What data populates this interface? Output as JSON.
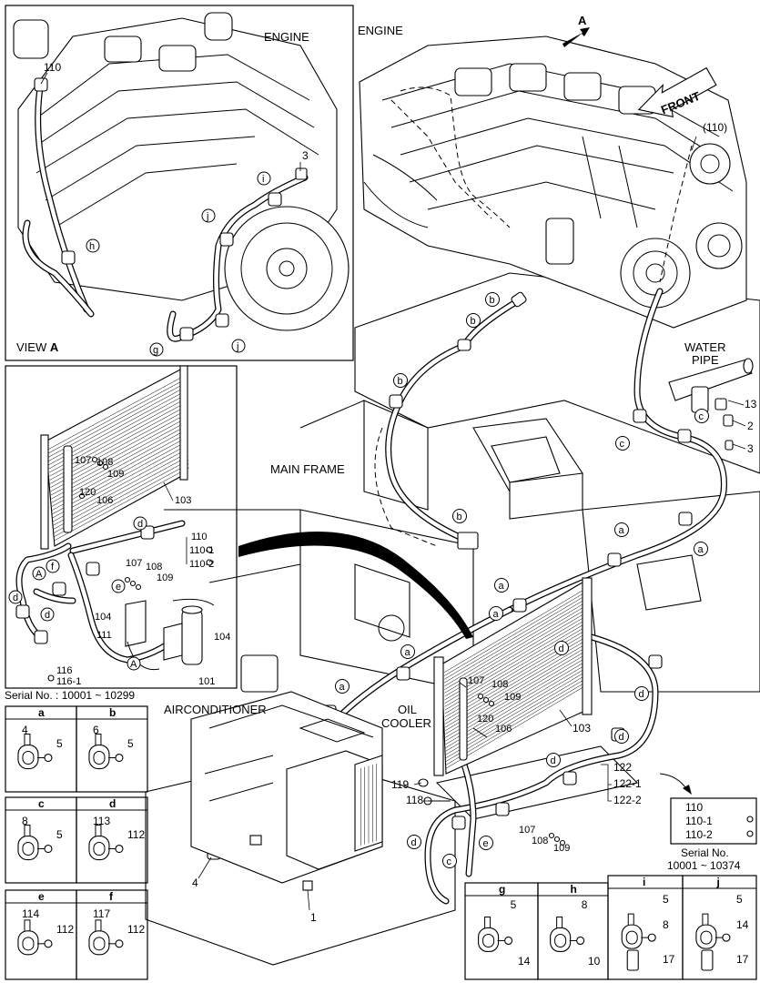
{
  "labels": {
    "engine_view": "ENGINE",
    "engine_main": "ENGINE",
    "view_a_prefix": "VIEW",
    "view_a_letter": "A",
    "front": "FRONT",
    "arrow_a": "A",
    "water_pipe_1": "WATER",
    "water_pipe_2": "PIPE",
    "main_frame": "MAIN FRAME",
    "airconditioner": "AIRCONDITIONER",
    "oil_cooler_1": "OIL",
    "oil_cooler_2": "COOLER",
    "serial_left": "Serial No. : 10001 ~ 10299",
    "serial_right_1": "Serial No.",
    "serial_right_2": "10001 ~ 10374"
  },
  "view_a_parts": [
    "110",
    "3",
    "i",
    "j",
    "h",
    "g",
    "j"
  ],
  "inset_parts": {
    "p107": "107",
    "p108": "108",
    "p109": "109",
    "p120": "120",
    "p106": "106",
    "p103": "103",
    "p110": "110",
    "p110_1": "110-1",
    "p110_2": "110-2",
    "p107b": "107",
    "p108b": "108",
    "p109b": "109",
    "p104": "104",
    "p111": "111",
    "p104b": "104",
    "p116": "116",
    "p116_1": "116-1",
    "p101": "101",
    "ca": "A",
    "cf": "f",
    "cd1": "d",
    "cd2": "d",
    "cd3": "d",
    "ce": "e",
    "cA2": "A"
  },
  "main_parts": {
    "p110p": "(110)",
    "p13": "13",
    "p2": "2",
    "p3": "3",
    "p107": "107",
    "p108": "108",
    "p109": "109",
    "p120": "120",
    "p106": "106",
    "p103": "103",
    "p119": "119",
    "p118": "118",
    "p122": "122",
    "p122_1": "122-1",
    "p122_2": "122-2",
    "p107b": "107",
    "p108b": "108",
    "p109b": "109",
    "p4": "4",
    "p1": "1"
  },
  "main_circles": [
    "b",
    "b",
    "b",
    "b",
    "c",
    "c",
    "a",
    "a",
    "a",
    "a",
    "a",
    "a",
    "d",
    "d",
    "d",
    "d",
    "d",
    "e",
    "c"
  ],
  "serial_box": {
    "a": "110",
    "b": "110-1",
    "c": "110-2"
  },
  "detail_boxes": [
    {
      "letter": "a",
      "parts": [
        "4",
        "5"
      ]
    },
    {
      "letter": "b",
      "parts": [
        "6",
        "5"
      ]
    },
    {
      "letter": "c",
      "parts": [
        "8",
        "5"
      ]
    },
    {
      "letter": "d",
      "parts": [
        "113",
        "112"
      ]
    },
    {
      "letter": "e",
      "parts": [
        "114",
        "112"
      ]
    },
    {
      "letter": "f",
      "parts": [
        "117",
        "112"
      ]
    },
    {
      "letter": "g",
      "parts": [
        "5",
        "14"
      ]
    },
    {
      "letter": "h",
      "parts": [
        "8",
        "10"
      ]
    },
    {
      "letter": "i",
      "parts": [
        "5",
        "8",
        "17"
      ]
    },
    {
      "letter": "j",
      "parts": [
        "5",
        "14",
        "17"
      ]
    }
  ]
}
